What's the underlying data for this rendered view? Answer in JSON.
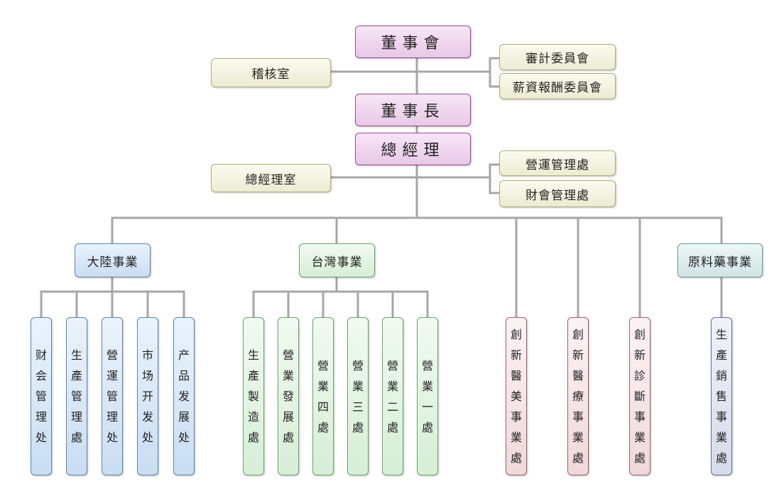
{
  "board": "董事會",
  "chairman": "董事長",
  "president": "總經理",
  "audit_office": "稽核室",
  "audit_committee": "審計委員會",
  "compensation_committee": "薪資報酬委員會",
  "president_office": "總經理室",
  "operations_mgmt": "營運管理處",
  "finance_mgmt": "財會管理處",
  "divisions": {
    "mainland": "大陸事業",
    "taiwan": "台灣事業",
    "materials": "原料藥事業"
  },
  "mainland_units": [
    "财会管理处",
    "生產管理處",
    "營運管理处",
    "市场开发处",
    "产品发展处"
  ],
  "taiwan_units": [
    "生產製造處",
    "營業發展處",
    "營業四處",
    "營業三處",
    "營業二處",
    "營業一處"
  ],
  "innovation_units": [
    "創新醫美事業處",
    "創新醫療事業處",
    "創新診斷事業處"
  ],
  "materials_units": [
    "生產銷售事業處"
  ],
  "colors": {
    "connector": "#a6a6a6",
    "top": "#e8c8e6",
    "staff": "#ecebd2",
    "mainland": "#c9ddf2",
    "taiwan": "#d6eed6",
    "materials": "#cfe4e4",
    "innovation": "#efd8da",
    "materials_unit": "#d6dbea"
  }
}
